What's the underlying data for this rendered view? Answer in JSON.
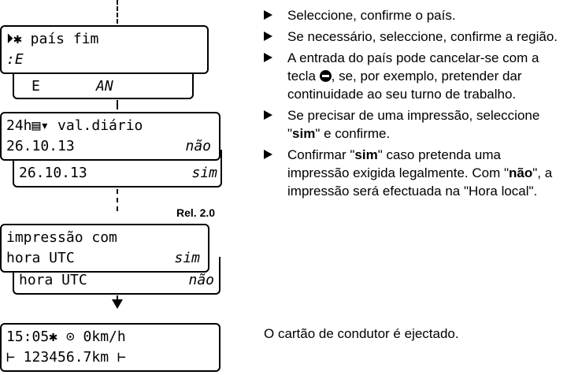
{
  "flow": {
    "country_end": {
      "line1": "⏵✱ país fim",
      "line2": ":E",
      "sub_left": "E",
      "sub_right": "AN"
    },
    "daily_value": {
      "line1": "24h▤▾ val.diário",
      "line2_date": "26.10.13",
      "line2_val": "não",
      "sub_date": "26.10.13",
      "sub_val": "sim"
    },
    "release": "Rel. 2.0",
    "print_utc": {
      "line1": "impressão com",
      "line2_label": "hora UTC",
      "line2_val": "sim",
      "sub_label": "hora UTC",
      "sub_val": "não"
    },
    "standby": {
      "line1": "15:05✱ ⊙    0km/h",
      "line2": "⊢  123456.7km  ⊢"
    }
  },
  "instructions": {
    "b1": "Seleccione, confirme o país.",
    "b2": "Se necessário, seleccione, confirme a região.",
    "b3_a": "A entrada do país pode cancelar-se com a tecla ",
    "b3_b": ", se, por exemplo, pretender dar continuidade ao seu turno de trabalho.",
    "b4_a": "Se precisar de uma impressão, seleccione \"",
    "b4_bold": "sim",
    "b4_b": "\" e confirme.",
    "b5_a": "Confirmar \"",
    "b5_bold1": "sim",
    "b5_b": "\" caso pretenda uma impressão exigida legalmente. Com \"",
    "b5_bold2": "não",
    "b5_c": "\", a impressão será efectuada na \"Hora local\".",
    "eject": "O cartão de condutor é ejectado."
  }
}
